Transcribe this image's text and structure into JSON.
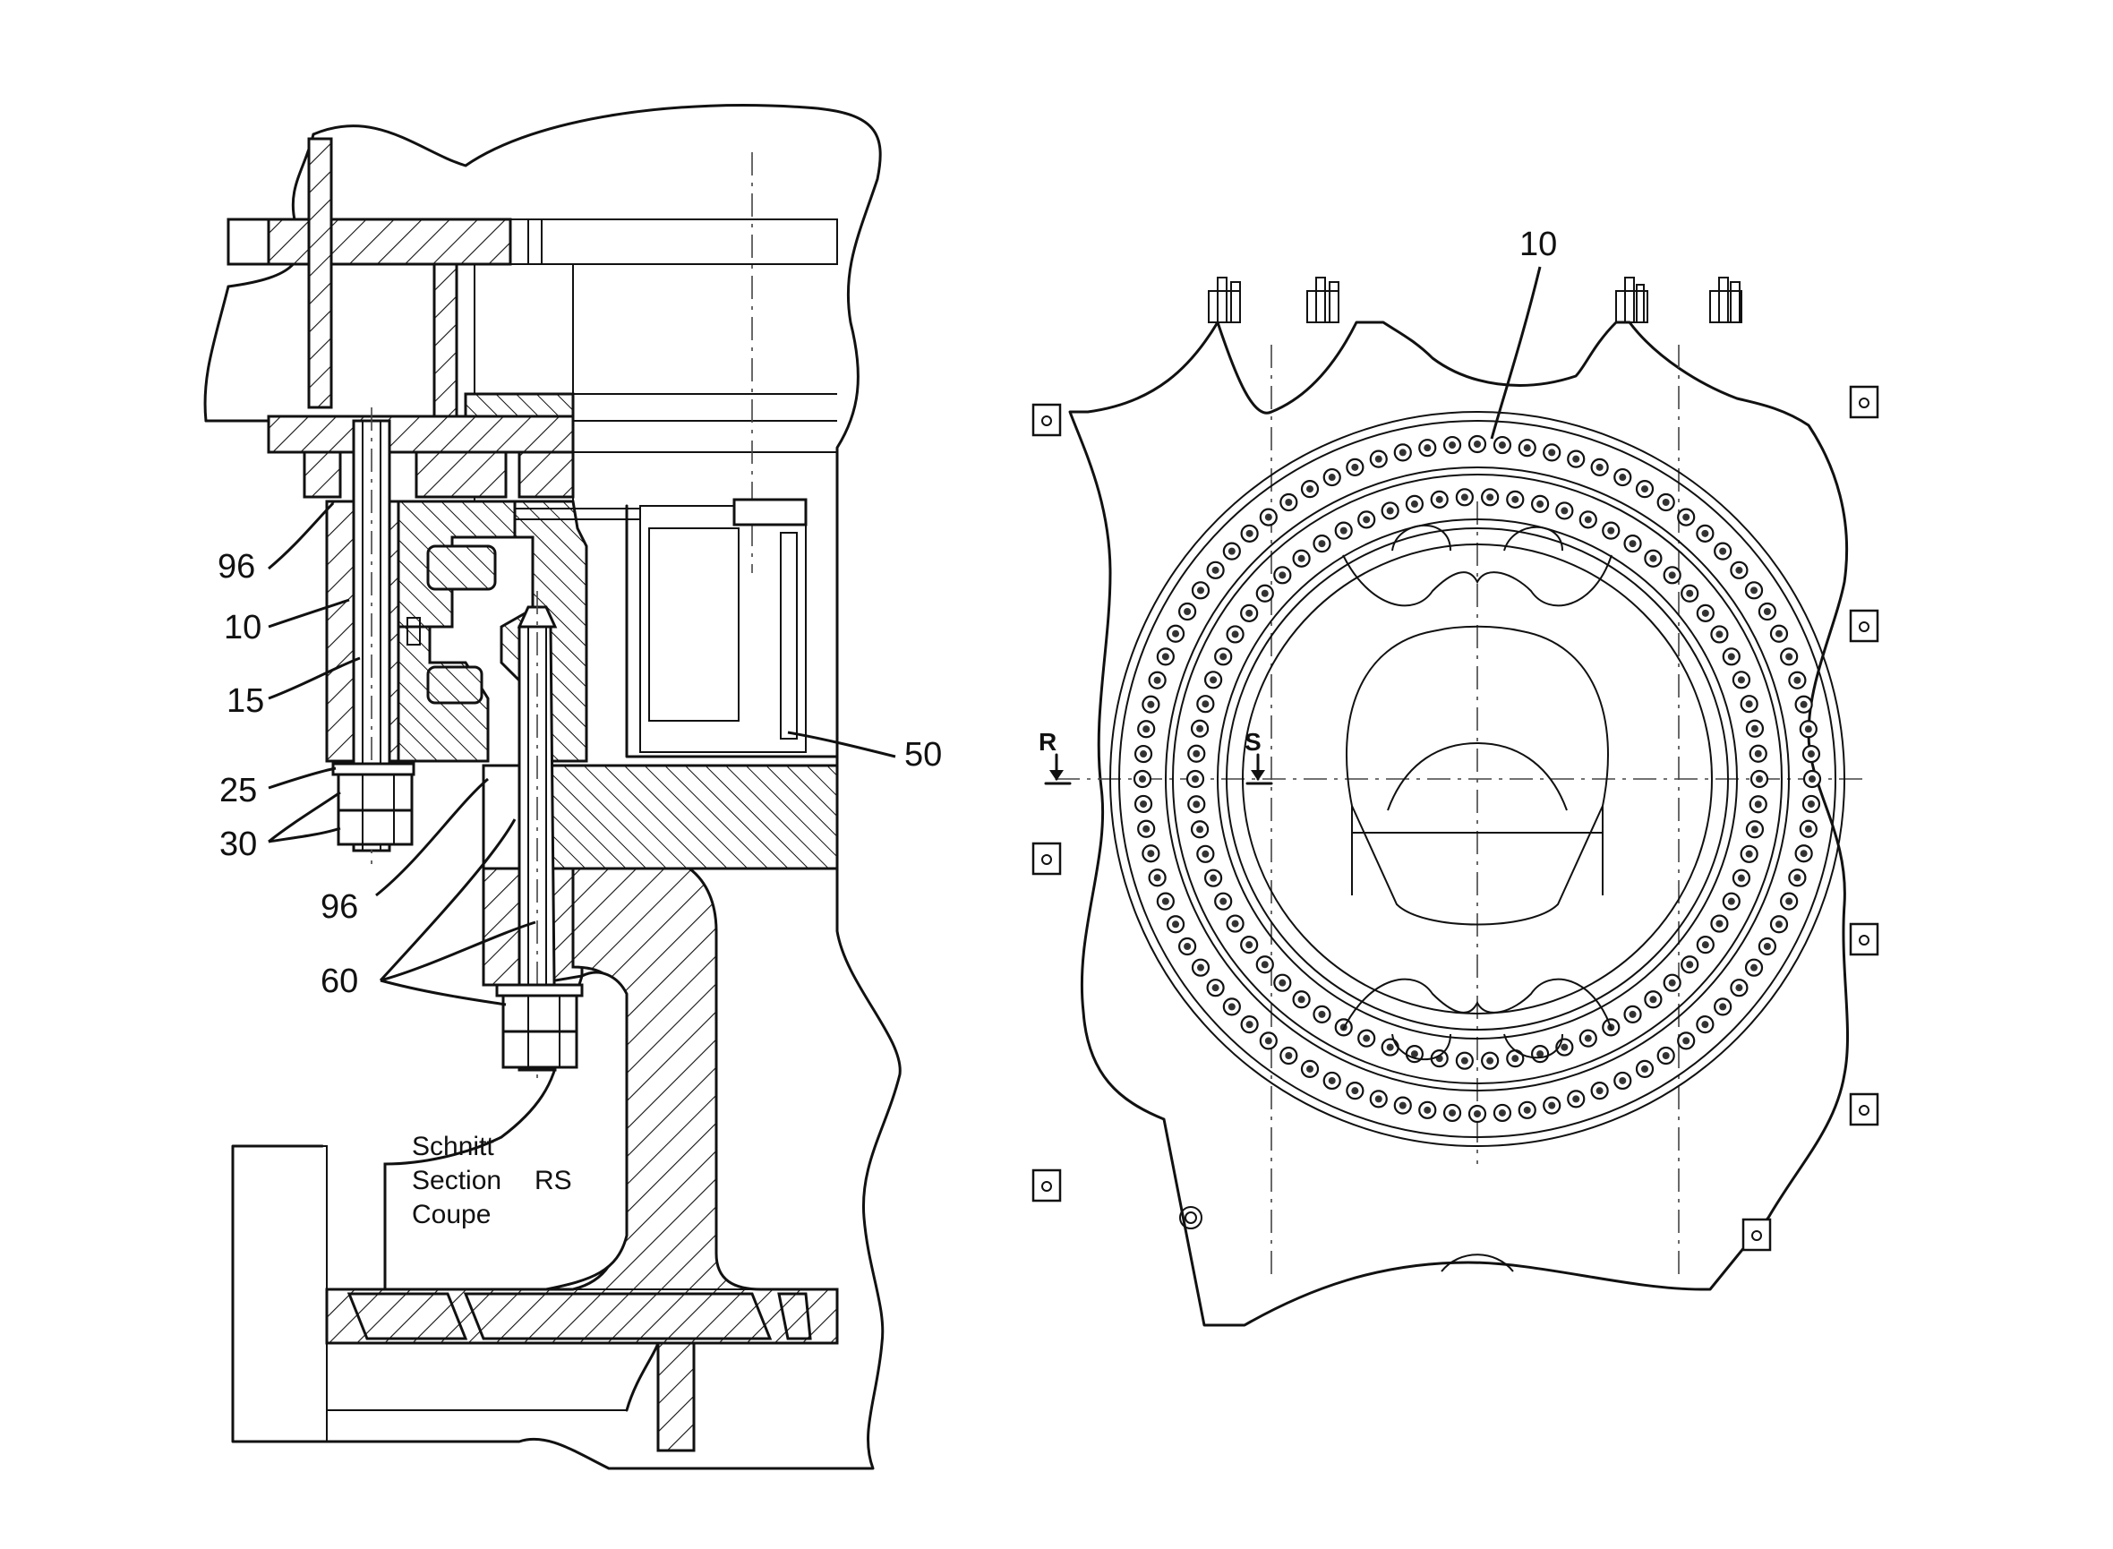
{
  "section_view": {
    "labels": {
      "l96a": "96",
      "l10": "10",
      "l15": "15",
      "l25": "25",
      "l30": "30",
      "l96b": "96",
      "l60": "60",
      "l50": "50"
    },
    "caption": {
      "line1": "Schnitt",
      "line2": "Section",
      "line3": "Coupe",
      "section_id": "RS"
    }
  },
  "plan_view": {
    "labels": {
      "l10": "10",
      "marker_r": "R",
      "marker_s": "S"
    }
  }
}
